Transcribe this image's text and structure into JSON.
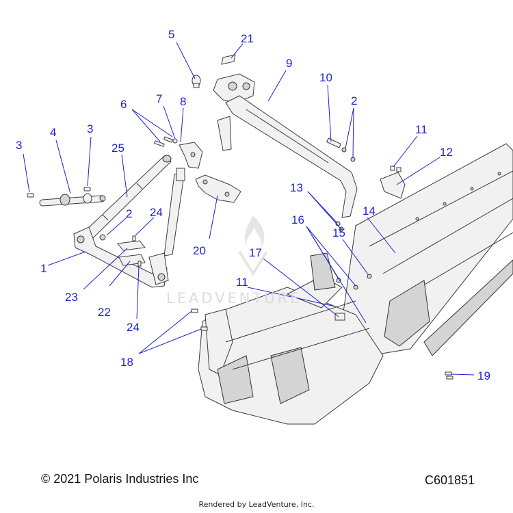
{
  "diagram": {
    "callouts": [
      "1",
      "2",
      "2",
      "3",
      "3",
      "4",
      "5",
      "6",
      "7",
      "8",
      "9",
      "10",
      "11",
      "11",
      "12",
      "13",
      "14",
      "15",
      "16",
      "17",
      "18",
      "19",
      "20",
      "21",
      "22",
      "23",
      "24",
      "24",
      "25"
    ],
    "watermark": "LEADVENTURE"
  },
  "footer": {
    "copyright": "© 2021 Polaris Industries Inc",
    "drawing_code": "C601851",
    "render_credit": "Rendered by LeadVenture, Inc."
  },
  "colors": {
    "callout": "#1f1fd0",
    "line_art": "#3a3a3a",
    "background": "#ffffff"
  }
}
